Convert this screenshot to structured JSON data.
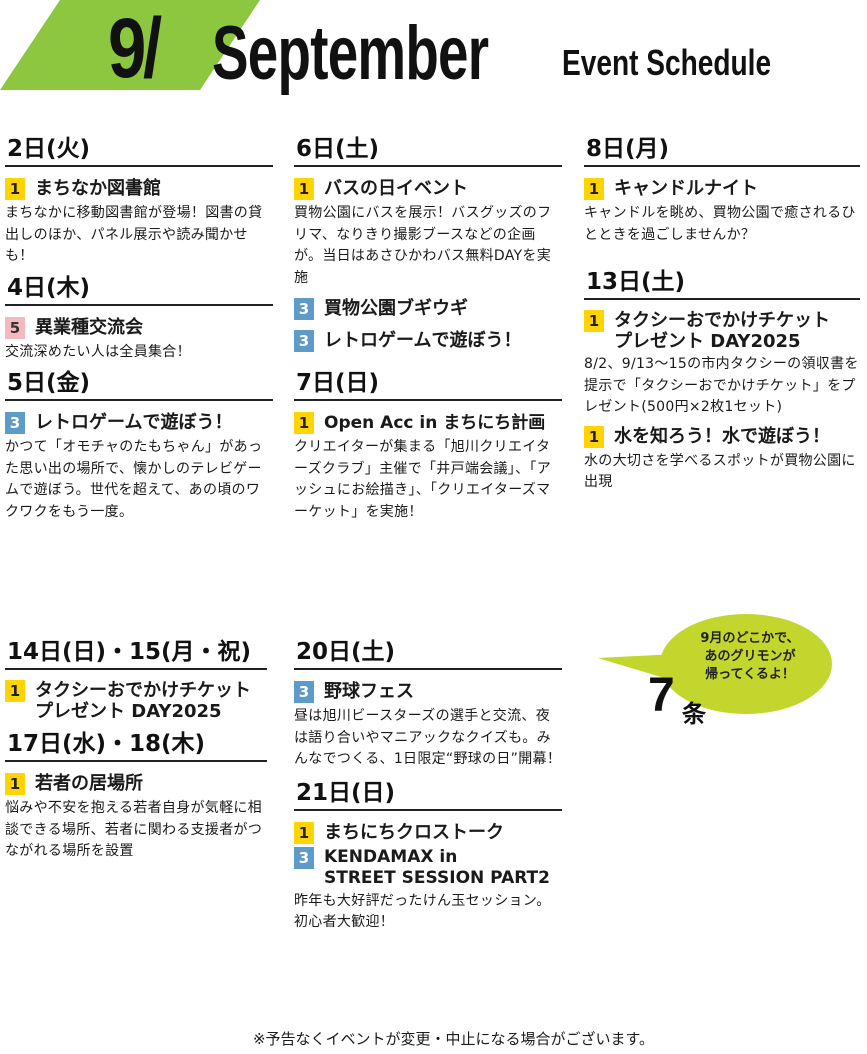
{
  "header": {
    "num": "9/",
    "month": "September",
    "subtitle": "Event Schedule"
  },
  "col1": {
    "d1": {
      "date": "2日(火)",
      "ev1": {
        "badge": "1",
        "title": "まちなか図書館",
        "desc": "まちなかに移動図書館が登場！図書の貸出しのほか、パネル展示や読み聞かせも！"
      }
    },
    "d2": {
      "date": "4日(木)",
      "ev1": {
        "badge": "5",
        "title": "異業種交流会",
        "desc": "交流深めたい人は全員集合！"
      }
    },
    "d3": {
      "date": "5日(金)",
      "ev1": {
        "badge": "3",
        "title": "レトロゲームで遊ぼう！",
        "desc": "かつて「オモチャのたもちゃん」があった思い出の場所で、懐かしのテレビゲームで遊ぼう。世代を超えて、あの頃のワクワクをもう一度。"
      }
    },
    "d4": {
      "date": "14日(日)・15(月・祝)",
      "ev1": {
        "badge": "1",
        "title1": "タクシーおでかけチケット",
        "title2": "プレゼント DAY2025"
      }
    },
    "d5": {
      "date": "17日(水)・18(木)",
      "ev1": {
        "badge": "1",
        "title": "若者の居場所",
        "desc": "悩みや不安を抱える若者自身が気軽に相談できる場所、若者に関わる支援者がつながれる場所を設置"
      }
    }
  },
  "col2": {
    "d1": {
      "date": "6日(土)",
      "ev1": {
        "badge": "1",
        "title": "バスの日イベント",
        "desc": "買物公園にバスを展示！バスグッズのフリマ、なりきり撮影ブースなどの企画が。当日はあさひかわバス無料DAYを実施"
      },
      "ev2": {
        "badge": "3",
        "title": "買物公園ブギウギ"
      },
      "ev3": {
        "badge": "3",
        "title": "レトロゲームで遊ぼう！"
      }
    },
    "d2": {
      "date": "7日(日)",
      "ev1": {
        "badge": "1",
        "title": "Open Acc in まちにち計画",
        "desc": "クリエイターが集まる「旭川クリエイターズクラブ」主催で「井戸端会議」、「アッシュにお絵描き」、「クリエイターズマーケット」を実施！"
      }
    },
    "d3": {
      "date": "20日(土)",
      "ev1": {
        "badge": "3",
        "title": "野球フェス",
        "desc": "昼は旭川ビースターズの選手と交流、夜は語り合いやマニアックなクイズも。みんなでつくる、1日限定“野球の日”開幕！"
      }
    },
    "d4": {
      "date": "21日(日)",
      "ev1": {
        "badge": "1",
        "title": "まちにちクロストーク"
      },
      "ev2": {
        "badge": "3",
        "title1": "KENDAMAX in",
        "title2": "STREET SESSION PART2",
        "desc": "昨年も大好評だったけん玉セッション。初心者大歓迎！"
      }
    }
  },
  "col3": {
    "d1": {
      "date": "8日(月)",
      "ev1": {
        "badge": "1",
        "title": "キャンドルナイト",
        "desc": "キャンドルを眺め、買物公園で癒されるひとときを過ごしませんか？"
      }
    },
    "d2": {
      "date": "13日(土)",
      "ev1": {
        "badge": "1",
        "title1": "タクシーおでかけチケット",
        "title2": "プレゼント DAY2025",
        "desc": "8/2、9/13〜15の市内タクシーの領収書を提示で「タクシーおでかけチケット」をプレゼント(500円×2枚1セット)"
      },
      "ev2": {
        "badge": "1",
        "title": "水を知ろう！水で遊ぼう！",
        "desc": "水の大切さを学べるスポットが買物公園に出現"
      }
    }
  },
  "bubble": {
    "line1": "9月のどこかで、",
    "line2": "あのグリモンが",
    "line3": "帰ってくるよ！",
    "num": "7",
    "suffix": "条"
  },
  "footer": {
    "note": "※予告なくイベントが変更・中止になる場合がございます。"
  },
  "colors": {
    "green": "#8dc63f",
    "yellow": "#ffd400",
    "blue": "#5f9bc9",
    "pink": "#f3b8c0",
    "bubble": "#c2d62e"
  }
}
